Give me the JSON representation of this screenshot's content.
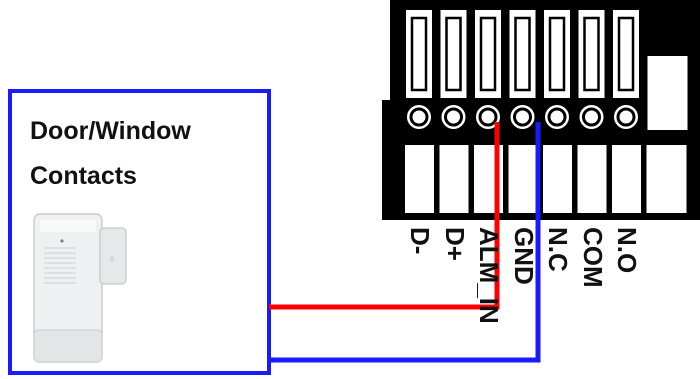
{
  "device": {
    "title_line1": "Door/Window",
    "title_line2": "Contacts",
    "border_color": "#1a1aff"
  },
  "terminal_block": {
    "pins": [
      "D-",
      "D+",
      "ALM_IN",
      "GND",
      "N.C",
      "COM",
      "N.O"
    ]
  },
  "wires": {
    "alarm_color": "#ff0000",
    "ground_color": "#1a1aff"
  }
}
